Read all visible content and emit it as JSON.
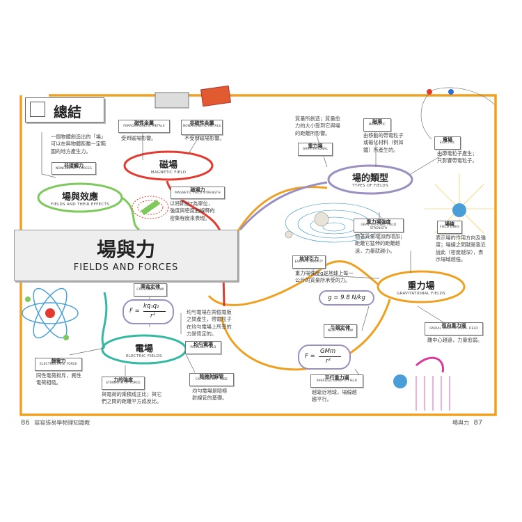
{
  "summary": {
    "title": "總結"
  },
  "banner": {
    "title_zh": "場與力",
    "title_en": "FIELDS AND FORCES"
  },
  "nodes": {
    "field_effects": {
      "zh": "場與效應",
      "en": "FIELDS AND THEIR EFFECTS"
    },
    "magnetic": {
      "zh": "磁場",
      "en": "MAGNETIC FIELD"
    },
    "electric": {
      "zh": "電場",
      "en": "ELECTRIC FIELDS"
    },
    "types": {
      "zh": "場的類型",
      "en": "TYPES OF FIELDS"
    },
    "gravity": {
      "zh": "重力場",
      "en": "GRAVITATIONAL FIELDS"
    }
  },
  "labels": {
    "ferro": {
      "zh": "磁性金屬",
      "en": "FERROMAGNETIC METALS"
    },
    "nonmag": {
      "zh": "非磁性金屬",
      "en": "NONMAGNETIC METALS"
    },
    "noncontact": {
      "zh": "非接觸力",
      "en": "NONCONTACT FORCES"
    },
    "mag_strength": {
      "zh": "磁場力",
      "en": "MAGNETIC FIELD STRENGTH"
    },
    "grav_field": {
      "zh": "重力場",
      "en": "GRAVITATIONAL"
    },
    "mag_field": {
      "zh": "磁場",
      "en": "MAGNETIC"
    },
    "elec_field": {
      "zh": "電場",
      "en": "ELECTRIC"
    },
    "field_lines": {
      "zh": "場線",
      "en": "FIELD LINES"
    },
    "grav_strength": {
      "zh": "重力場強度",
      "en": "GRAVITATIONAL FIELD STRENGTH"
    },
    "earth_gravity": {
      "zh": "地球引力",
      "en": "EARTH'S GRAVITY"
    },
    "coulomb": {
      "zh": "庫侖定律",
      "en": "COULOMB'S LAW"
    },
    "parallel": {
      "zh": "均勻電場",
      "en": "PARALLEL FIELD"
    },
    "electrostatic": {
      "zh": "靜電力",
      "en": "ELECTROSTATIC FORCE"
    },
    "force_strength": {
      "zh": "力的強度",
      "en": "STRENGTH OF FORCE"
    },
    "cathode": {
      "zh": "陰極射線管",
      "en": "CATHODE RAY TUBE"
    },
    "newton": {
      "zh": "牛頓定律",
      "en": "NEWTON'S LAW"
    },
    "radial": {
      "zh": "徑向重力場",
      "en": "RADIAL GRAVITATIONAL FIELD"
    },
    "parallel_grav": {
      "zh": "平行重力場",
      "en": "PARALLEL GRAVITY FIELD"
    }
  },
  "texts": {
    "field_intro": [
      "一個物體創造出的「場」",
      "可以在與物體距離一定範",
      "圍的地方產生力。"
    ],
    "ferro_desc": "受到磁場影響。",
    "nonmag_desc": "不受到磁場影響。",
    "mag_strength_desc": [
      "以特斯拉T為單位，",
      "強度與密度曲線釋的",
      "密集程度來表現。"
    ],
    "mass_desc": [
      "質量所創造；質量愈",
      "力的大小受到它與場",
      "的距離所影響。"
    ],
    "mag_type_desc": [
      "由移動的帶電粒子",
      "或磁化材料（例如",
      "鐵）所產生的。"
    ],
    "elec_type_desc": [
      "由帶電粒子產生；",
      "只影響帶電粒子。"
    ],
    "grav_strength_desc": [
      "簡著質量增加而增加；",
      "距離它猛伸的距離越",
      "遠，力量就越小。"
    ],
    "earth_gravity_desc": [
      "重力場強度g是地球上每一",
      "公斤的質量所承受的力。"
    ],
    "field_lines_desc": [
      "表示場的作用方向及強",
      "度；場線之間越是靠近",
      "說此（密度越深），表",
      "示場域越強。"
    ],
    "parallel_desc": [
      "均勻電場在兩個電板",
      "之間產生，帶電粒子",
      "在均勻電場上所受的",
      "力是恆定的。"
    ],
    "electrostatic_desc": [
      "同性電荷排斥，異性",
      "電荷相吸。"
    ],
    "force_strength_desc": [
      "與電荷的乘積成正比；與它",
      "們之間的距離平方成反比。"
    ],
    "cathode_desc": [
      "均勻電場是陰極",
      "射線管的基礎。"
    ],
    "radial_desc": "離中心越遠，力量愈弱。",
    "parallel_grav_desc": [
      "越靠近地球，場線越",
      "趨平行。"
    ]
  },
  "formulas": {
    "coulomb": {
      "lhs": "F =",
      "num": "kq₁q₂",
      "den": "r²"
    },
    "earth": "g = 9.8 N/kg",
    "newton": {
      "lhs": "F =",
      "num": "GMm",
      "den": "r²"
    }
  },
  "footer": {
    "left_page": "86",
    "left_title": "寫寫張易學物理知識教",
    "right_title": "場與力",
    "right_page": "87"
  },
  "colors": {
    "orange": "#f0a020",
    "red": "#e33a2f",
    "green": "#7dc95b",
    "teal": "#35b8a2",
    "purple": "#9b8ec0",
    "pink": "#d8399a"
  }
}
